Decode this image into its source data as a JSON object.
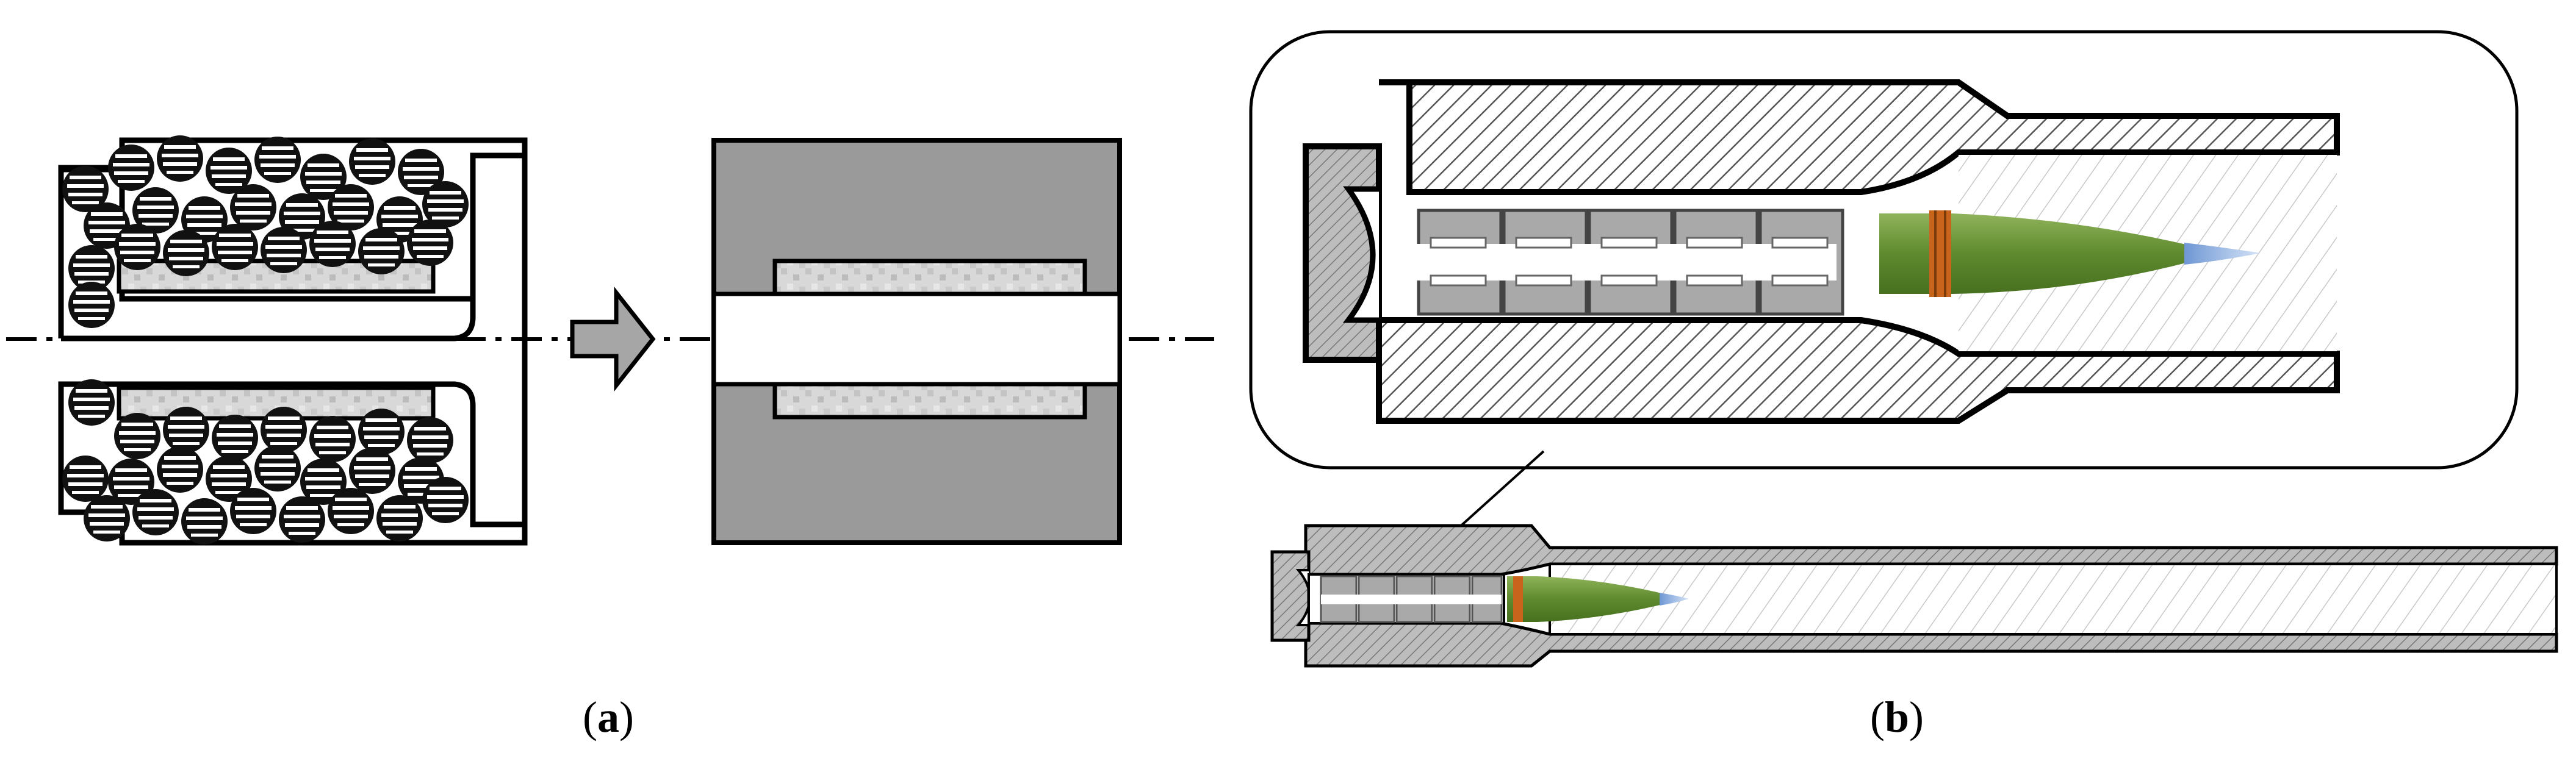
{
  "captions": {
    "a_open": "(",
    "a_letter": "a",
    "a_close": ")",
    "b_open": "(",
    "b_letter": "b",
    "b_close": ")"
  },
  "colors": {
    "outline": "#000000",
    "solid_charge_grey": "#9a9a9a",
    "strip_light": "#d6d6d6",
    "arrow_grey": "#a6a6a6",
    "chamber_fill": "#ffffff",
    "barrel_hatch_grey": "#b8b8b8",
    "breech_grey": "#8c8c8c",
    "charge_block_grey": "#a9a9a9",
    "projectile_green": "#6f9a3c",
    "projectile_band": "#c8641c",
    "tip_blue": "#8fb0df"
  },
  "icons": {
    "process_arrow": "right-arrow-icon",
    "centerline": "dash-dot-centerline"
  }
}
